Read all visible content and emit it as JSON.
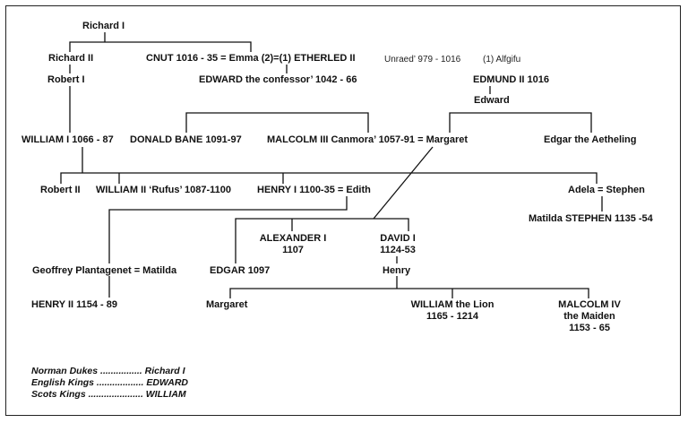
{
  "nodes": {
    "richard_i": "Richard I",
    "richard_ii": "Richard II",
    "cnut_emma_etherled": "CNUT 1016 - 35 = Emma (2)=(1) ETHERLED II",
    "unraed": "Unraed’ 979 - 1016",
    "alfgifu": "(1) Alfgifu",
    "robert_i": "Robert I",
    "edward_confessor": "EDWARD the confessor’ 1042 - 66",
    "edmund_ii": "EDMUND II 1016",
    "edward": "Edward",
    "william_i": "WILLIAM I 1066 - 87",
    "donald_bane": "DONALD BANE 1091-97",
    "malcolm_iii_margaret": "MALCOLM III Canmora’ 1057-91 = Margaret",
    "edgar_aetheling": "Edgar the Aetheling",
    "robert_ii": "Robert II",
    "william_ii": "WILLIAM II ‘Rufus’ 1087-1100",
    "henry_i_edith": "HENRY I 1100-35 = Edith",
    "adela_stephen": "Adela = Stephen",
    "alexander_i_name": "ALEXANDER I",
    "alexander_i_years": "1107",
    "david_i_name": "DAVID I",
    "david_i_years": "1124-53",
    "matilda_stephen": "Matilda  STEPHEN 1135 -54",
    "geoffrey_matilda": "Geoffrey Plantagenet = Matilda",
    "edgar": "EDGAR 1097",
    "henry": "Henry",
    "henry_ii": "HENRY II 1154 - 89",
    "margaret": "Margaret",
    "william_lion_name": "WILLIAM the Lion",
    "william_lion_years": "1165 - 1214",
    "malcolm_iv_name": "MALCOLM IV",
    "malcolm_iv_epithet": "the Maiden",
    "malcolm_iv_years": "1153 - 65"
  },
  "key": {
    "norman": "Norman Dukes ................ Richard I",
    "english": "English Kings .................. EDWARD",
    "scots": "Scots Kings ..................... WILLIAM"
  }
}
